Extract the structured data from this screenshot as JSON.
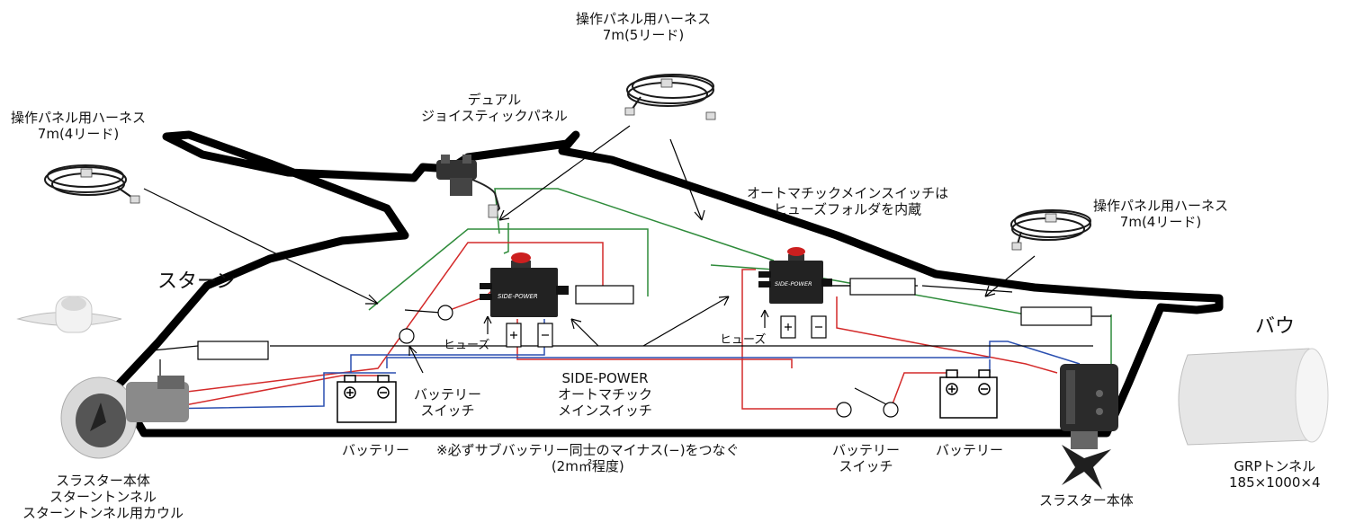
{
  "labels": {
    "harness_top": [
      "操作パネル用ハーネス",
      "7m(5リード)"
    ],
    "harness_left": [
      "操作パネル用ハーネス",
      "7m(4リード)"
    ],
    "harness_right": [
      "操作パネル用ハーネス",
      "7m(4リード)"
    ],
    "joystick": [
      "デュアル",
      "ジョイスティックパネル"
    ],
    "auto_switch_note": [
      "オートマチックメインスイッチは",
      "ヒューズフォルダを内蔵"
    ],
    "stern": "スターン",
    "bow": "バウ",
    "fuse_left": "ヒューズ",
    "fuse_right": "ヒューズ",
    "battery_switch_left": [
      "バッテリー",
      "スイッチ"
    ],
    "battery_switch_right": [
      "バッテリー",
      "スイッチ"
    ],
    "side_power_switch": [
      "SIDE-POWER",
      "オートマチック",
      "メインスイッチ"
    ],
    "battery_left": "バッテリー",
    "battery_right": "バッテリー",
    "negative_note": [
      "※必ずサブバッテリー同士のマイナス(−)をつなぐ",
      "(2m㎡程度)"
    ],
    "thruster_stern": [
      "スラスター本体",
      "スターントンネル",
      "スターントンネル用カウル"
    ],
    "thruster_bow": "スラスター本体",
    "grp_tunnel": [
      "GRPトンネル",
      "185×1000×4"
    ],
    "switch_logo": "SIDE-POWER"
  },
  "colors": {
    "hull": "#000000",
    "positive_wire": "#d42a2a",
    "negative_wire": "#2a4fb0",
    "control_wire": "#2e8b3a",
    "harness_cable": "#1a1a1a",
    "emergency_button": "#cc1f1f"
  },
  "icons": [
    "hull-outline",
    "harness-coil-icon",
    "joystick-panel-icon",
    "main-switch-icon",
    "battery-icon",
    "thruster-icon",
    "tunnel-icon",
    "fuse-icon",
    "battery-switch-icon"
  ]
}
